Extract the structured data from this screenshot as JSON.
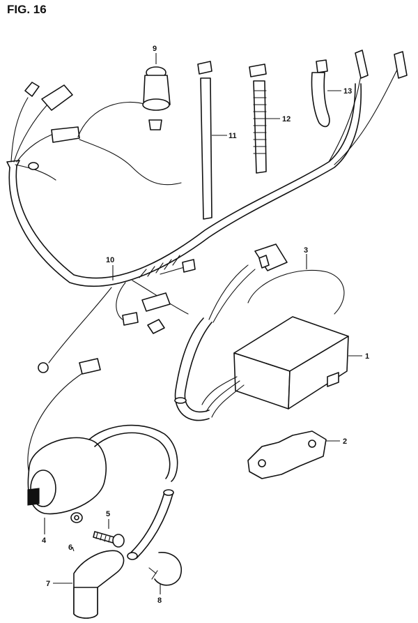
{
  "figure": {
    "title": "FIG. 16"
  },
  "callouts": {
    "part_1": "1",
    "part_2": "2",
    "part_3": "3",
    "part_4": "4",
    "part_5": "5",
    "part_6": "6",
    "part_7": "7",
    "part_8": "8",
    "part_9": "9",
    "part_10": "10",
    "part_11": "11",
    "part_12": "12",
    "part_13": "13"
  }
}
